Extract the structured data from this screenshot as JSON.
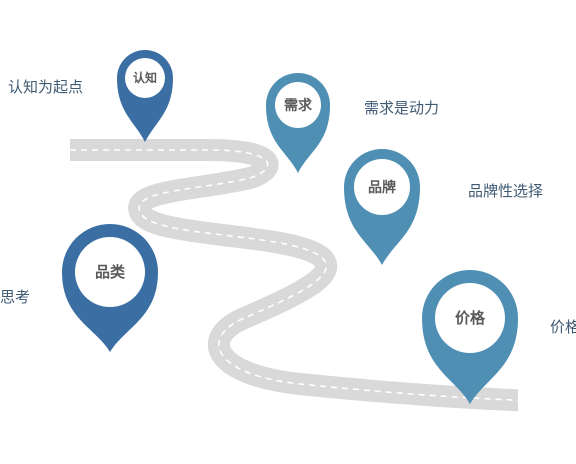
{
  "colors": {
    "road": "#d9d9d9",
    "road_dash": "#ffffff",
    "pin_dark": "#3b6fa3",
    "pin_mid": "#4f8fb4",
    "pin_inner": "#ffffff",
    "pin_text": "#5a5a5a",
    "label_text": "#3f5a73"
  },
  "pins": [
    {
      "name": "认知",
      "label": "认知为起点"
    },
    {
      "name": "需求",
      "label": "需求是动力"
    },
    {
      "name": "品牌",
      "label": "品牌性选择"
    },
    {
      "name": "品类",
      "label": "思考"
    },
    {
      "name": "价格",
      "label": "价格"
    }
  ]
}
